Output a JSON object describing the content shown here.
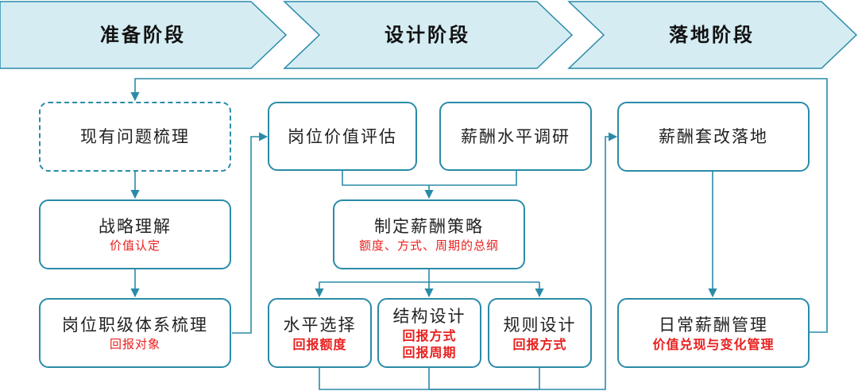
{
  "colors": {
    "phase_fill": "#d5ecf3",
    "border": "#2a8ba8",
    "arrow": "#2a8ba8",
    "highlight": "#e8201e"
  },
  "phases": [
    {
      "label": "准备阶段"
    },
    {
      "label": "设计阶段"
    },
    {
      "label": "落地阶段"
    }
  ],
  "nodes": {
    "problems": {
      "title": "现有问题梳理"
    },
    "strategy": {
      "title": "战略理解",
      "sub": "价值认定"
    },
    "job_system": {
      "title": "岗位职级体系梳理",
      "sub": "回报对象"
    },
    "job_eval": {
      "title": "岗位价值评估"
    },
    "market": {
      "title": "薪酬水平调研"
    },
    "policy": {
      "title": "制定薪酬策略",
      "sub": "额度、方式、周期的总纲"
    },
    "level": {
      "title": "水平选择",
      "sub": "回报额度"
    },
    "structure": {
      "title": "结构设计",
      "sub1": "回报方式",
      "sub2": "回报周期"
    },
    "rules": {
      "title": "规则设计",
      "sub": "回报方式"
    },
    "reform": {
      "title": "薪酬套改落地"
    },
    "daily": {
      "title": "日常薪酬管理",
      "sub": "价值兑现与变化管理"
    }
  }
}
